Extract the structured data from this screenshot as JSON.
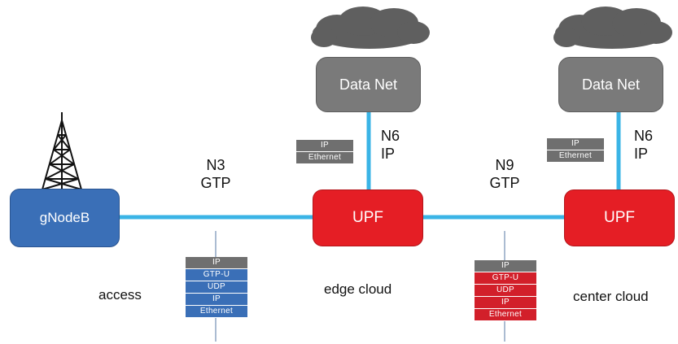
{
  "nodes": {
    "gnodeb": "gNodeB",
    "upf_edge": "UPF",
    "upf_center": "UPF",
    "data_net_edge": "Data Net",
    "data_net_center": "Data Net"
  },
  "interfaces": {
    "n3": {
      "name": "N3",
      "protocol": "GTP"
    },
    "n9": {
      "name": "N9",
      "protocol": "GTP"
    },
    "n6_edge": {
      "name": "N6",
      "protocol": "IP"
    },
    "n6_center": {
      "name": "N6",
      "protocol": "IP"
    }
  },
  "zones": {
    "access": "access",
    "edge": "edge cloud",
    "center": "center cloud"
  },
  "stacks": {
    "n3": [
      "IP",
      "GTP-U",
      "UDP",
      "IP",
      "Ethernet"
    ],
    "n9": [
      "IP",
      "GTP-U",
      "UDP",
      "IP",
      "Ethernet"
    ],
    "n6_edge": [
      "IP",
      "Ethernet"
    ],
    "n6_center": [
      "IP",
      "Ethernet"
    ]
  },
  "colors": {
    "link": "#3ab4e6",
    "gnodeb": "#3a6fb7",
    "upf": "#e51e25",
    "data_net": "#7a7a7a",
    "cloud": "#666666"
  }
}
